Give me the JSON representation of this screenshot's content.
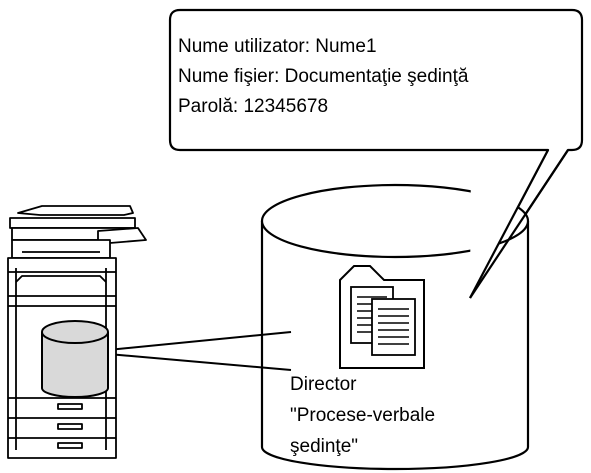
{
  "callout": {
    "line1": "Nume utilizator: Nume1",
    "line2": "Nume fişier: Documentaţie şedinţă",
    "line3": "Parolă: 12345678"
  },
  "folder_label": {
    "line1": "Director",
    "line2": "\"Procese-verbale",
    "line3": "şedinţe\""
  },
  "icons": [
    "multifunction-printer-icon",
    "hard-disk-cylinder-icon",
    "folder-with-documents-icon",
    "speech-bubble"
  ],
  "colors": {
    "line": "#000000",
    "background": "#ffffff",
    "disk_fill": "#d9d9d9"
  }
}
